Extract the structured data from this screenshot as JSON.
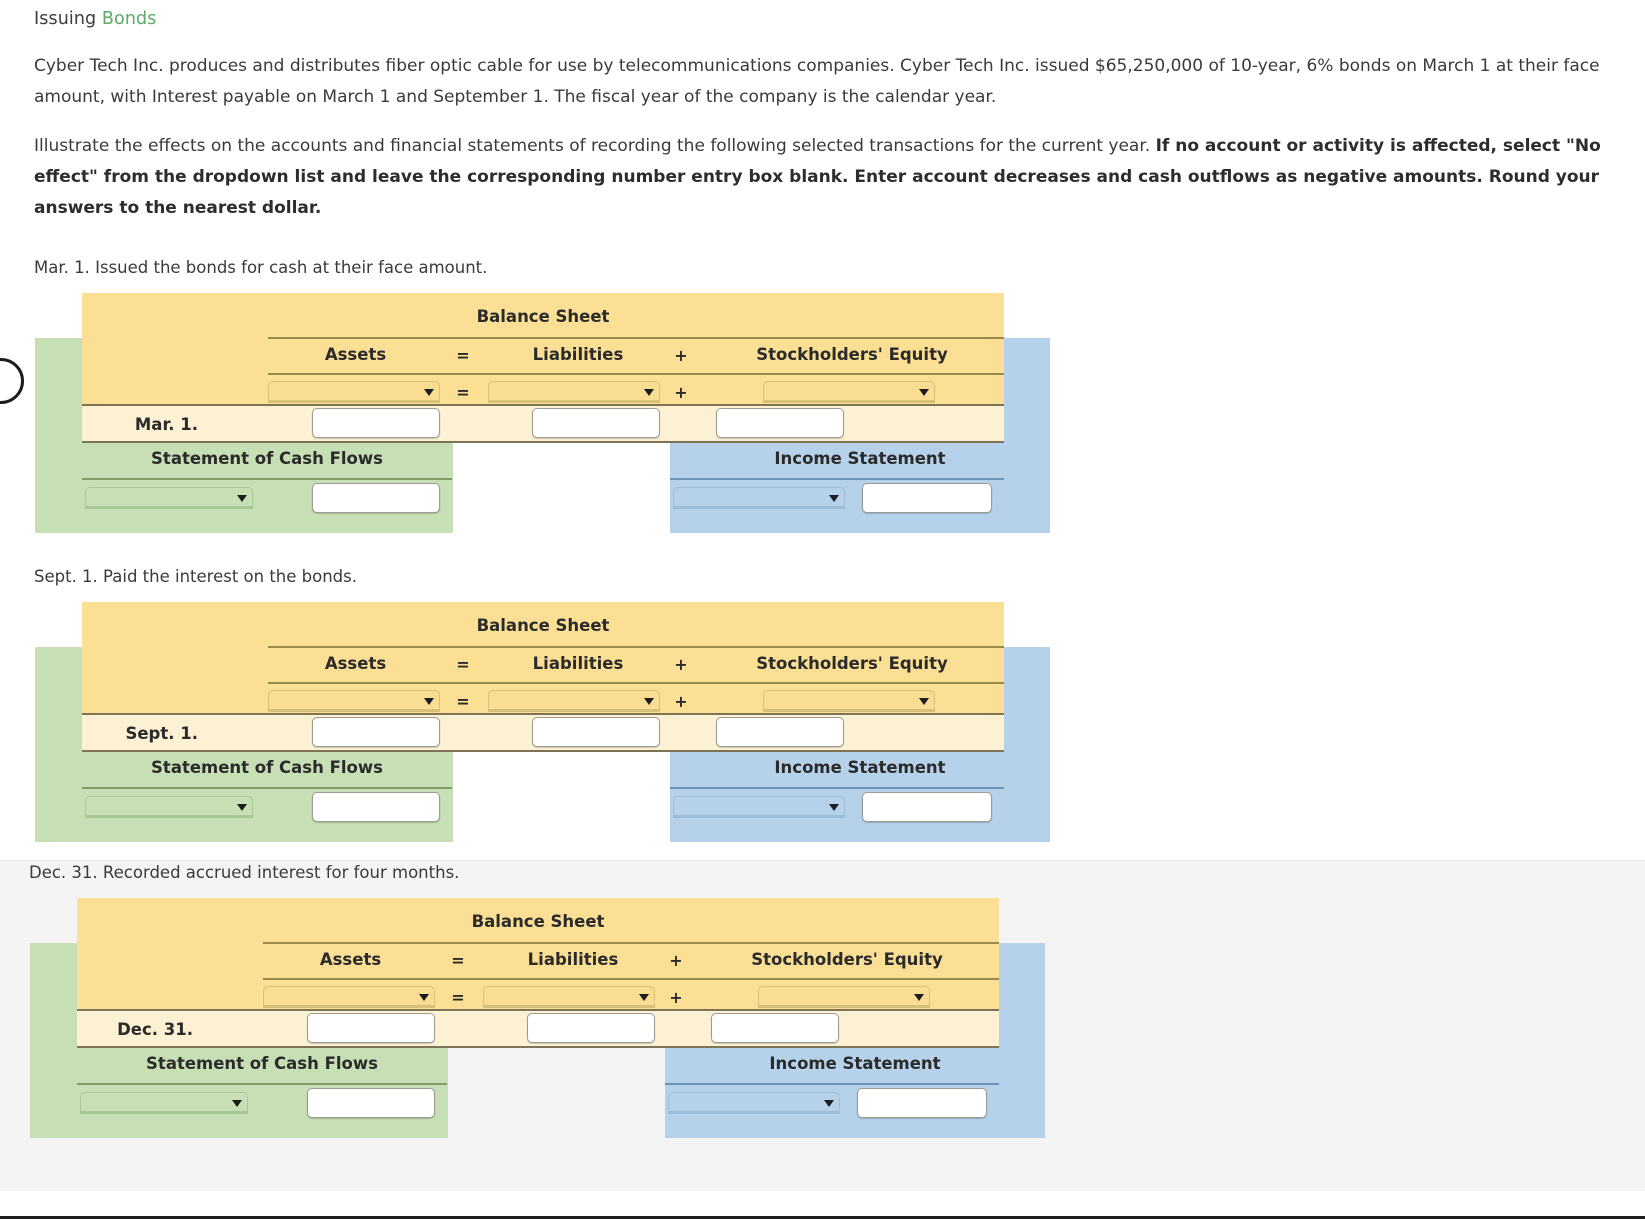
{
  "header": {
    "title_lead": "Issuing",
    "title_accent": "Bonds"
  },
  "intro": {
    "paragraph1": "Cyber Tech Inc. produces and distributes fiber optic cable for use by telecommunications companies. Cyber Tech Inc. issued $65,250,000 of 10-year, 6% bonds on March 1 at their face amount, with Interest payable on March 1 and September 1. The fiscal year of the company is the calendar year.",
    "paragraph2_normal": "Illustrate the effects on the accounts and financial statements of recording the following selected transactions for the current year. ",
    "paragraph2_bold": "If no account or activity is affected, select \"No effect\" from the dropdown list and leave the corresponding number entry box blank. Enter account decreases and cash outflows as negative amounts. Round your answers to the nearest dollar."
  },
  "labels": {
    "balance_sheet": "Balance Sheet",
    "assets": "Assets",
    "liabilities": "Liabilities",
    "stockholders_equity": "Stockholders' Equity",
    "equals": "=",
    "plus": "+",
    "statement_of_cash_flows": "Statement of Cash Flows",
    "income_statement": "Income Statement"
  },
  "colors": {
    "balance_sheet_bg": "#fadf94",
    "date_row_bg": "#fdf1d4",
    "cash_flows_bg": "#c7dfb4",
    "income_statement_bg": "#b5d2ea",
    "accent_green_text": "#5aab63",
    "select_underline": "#2e6384",
    "highlight_band_bg": "#f4f4f4"
  },
  "transactions": [
    {
      "caption": "Mar. 1. Issued the bonds for cash at their face amount.",
      "date_label": "Mar. 1.",
      "highlighted": false,
      "assets_select": {
        "value": "",
        "placeholder": ""
      },
      "liabilities_select": {
        "value": "",
        "placeholder": ""
      },
      "equity_select": {
        "value": "",
        "placeholder": ""
      },
      "assets_amount": {
        "value": "",
        "placeholder": ""
      },
      "liabilities_amount": {
        "value": "",
        "placeholder": ""
      },
      "equity_amount": {
        "value": "",
        "placeholder": ""
      },
      "cash_flow_select": {
        "value": "",
        "placeholder": ""
      },
      "cash_flow_amount": {
        "value": "",
        "placeholder": ""
      },
      "income_select": {
        "value": "",
        "placeholder": ""
      },
      "income_amount": {
        "value": "",
        "placeholder": ""
      }
    },
    {
      "caption": "Sept. 1. Paid the interest on the bonds.",
      "date_label": "Sept. 1.",
      "highlighted": false,
      "assets_select": {
        "value": "",
        "placeholder": ""
      },
      "liabilities_select": {
        "value": "",
        "placeholder": ""
      },
      "equity_select": {
        "value": "",
        "placeholder": ""
      },
      "assets_amount": {
        "value": "",
        "placeholder": ""
      },
      "liabilities_amount": {
        "value": "",
        "placeholder": ""
      },
      "equity_amount": {
        "value": "",
        "placeholder": ""
      },
      "cash_flow_select": {
        "value": "",
        "placeholder": ""
      },
      "cash_flow_amount": {
        "value": "",
        "placeholder": ""
      },
      "income_select": {
        "value": "",
        "placeholder": ""
      },
      "income_amount": {
        "value": "",
        "placeholder": ""
      }
    },
    {
      "caption": "Dec. 31. Recorded accrued interest for four months.",
      "date_label": "Dec. 31.",
      "highlighted": true,
      "assets_select": {
        "value": "",
        "placeholder": ""
      },
      "liabilities_select": {
        "value": "",
        "placeholder": ""
      },
      "equity_select": {
        "value": "",
        "placeholder": ""
      },
      "assets_amount": {
        "value": "",
        "placeholder": ""
      },
      "liabilities_amount": {
        "value": "",
        "placeholder": ""
      },
      "equity_amount": {
        "value": "",
        "placeholder": ""
      },
      "cash_flow_select": {
        "value": "",
        "placeholder": ""
      },
      "cash_flow_amount": {
        "value": "",
        "placeholder": ""
      },
      "income_select": {
        "value": "",
        "placeholder": ""
      },
      "income_amount": {
        "value": "",
        "placeholder": ""
      }
    }
  ]
}
